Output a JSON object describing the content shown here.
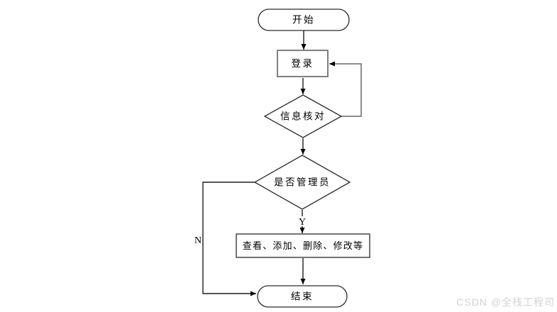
{
  "diagram": {
    "nodes": {
      "start": {
        "label": "开始",
        "shape": "terminator"
      },
      "login": {
        "label": "登录",
        "shape": "process"
      },
      "verify": {
        "label": "信息核对",
        "shape": "decision"
      },
      "is_admin": {
        "label": "是否管理员",
        "shape": "decision"
      },
      "actions": {
        "label": "查看、添加、删除、修改等",
        "shape": "process"
      },
      "end": {
        "label": "结束",
        "shape": "terminator"
      }
    },
    "edges": [
      {
        "from": "start",
        "to": "login",
        "label": ""
      },
      {
        "from": "login",
        "to": "verify",
        "label": ""
      },
      {
        "from": "verify",
        "to": "login",
        "label": ""
      },
      {
        "from": "verify",
        "to": "is_admin",
        "label": ""
      },
      {
        "from": "is_admin",
        "to": "actions",
        "label": "Y"
      },
      {
        "from": "is_admin",
        "to": "end",
        "label": "N"
      },
      {
        "from": "actions",
        "to": "end",
        "label": ""
      }
    ]
  },
  "watermark": {
    "text": "CSDN @全栈工程司"
  },
  "colors": {
    "background": "#ffffff",
    "line": "#1f1f1f",
    "loop_line": "#7f7f7f",
    "shape_border": "#2b2b2b",
    "login_border": "#7f7f7f",
    "arrowhead": "#000000",
    "text": "#000000",
    "watermark": "#d2d2d2"
  }
}
